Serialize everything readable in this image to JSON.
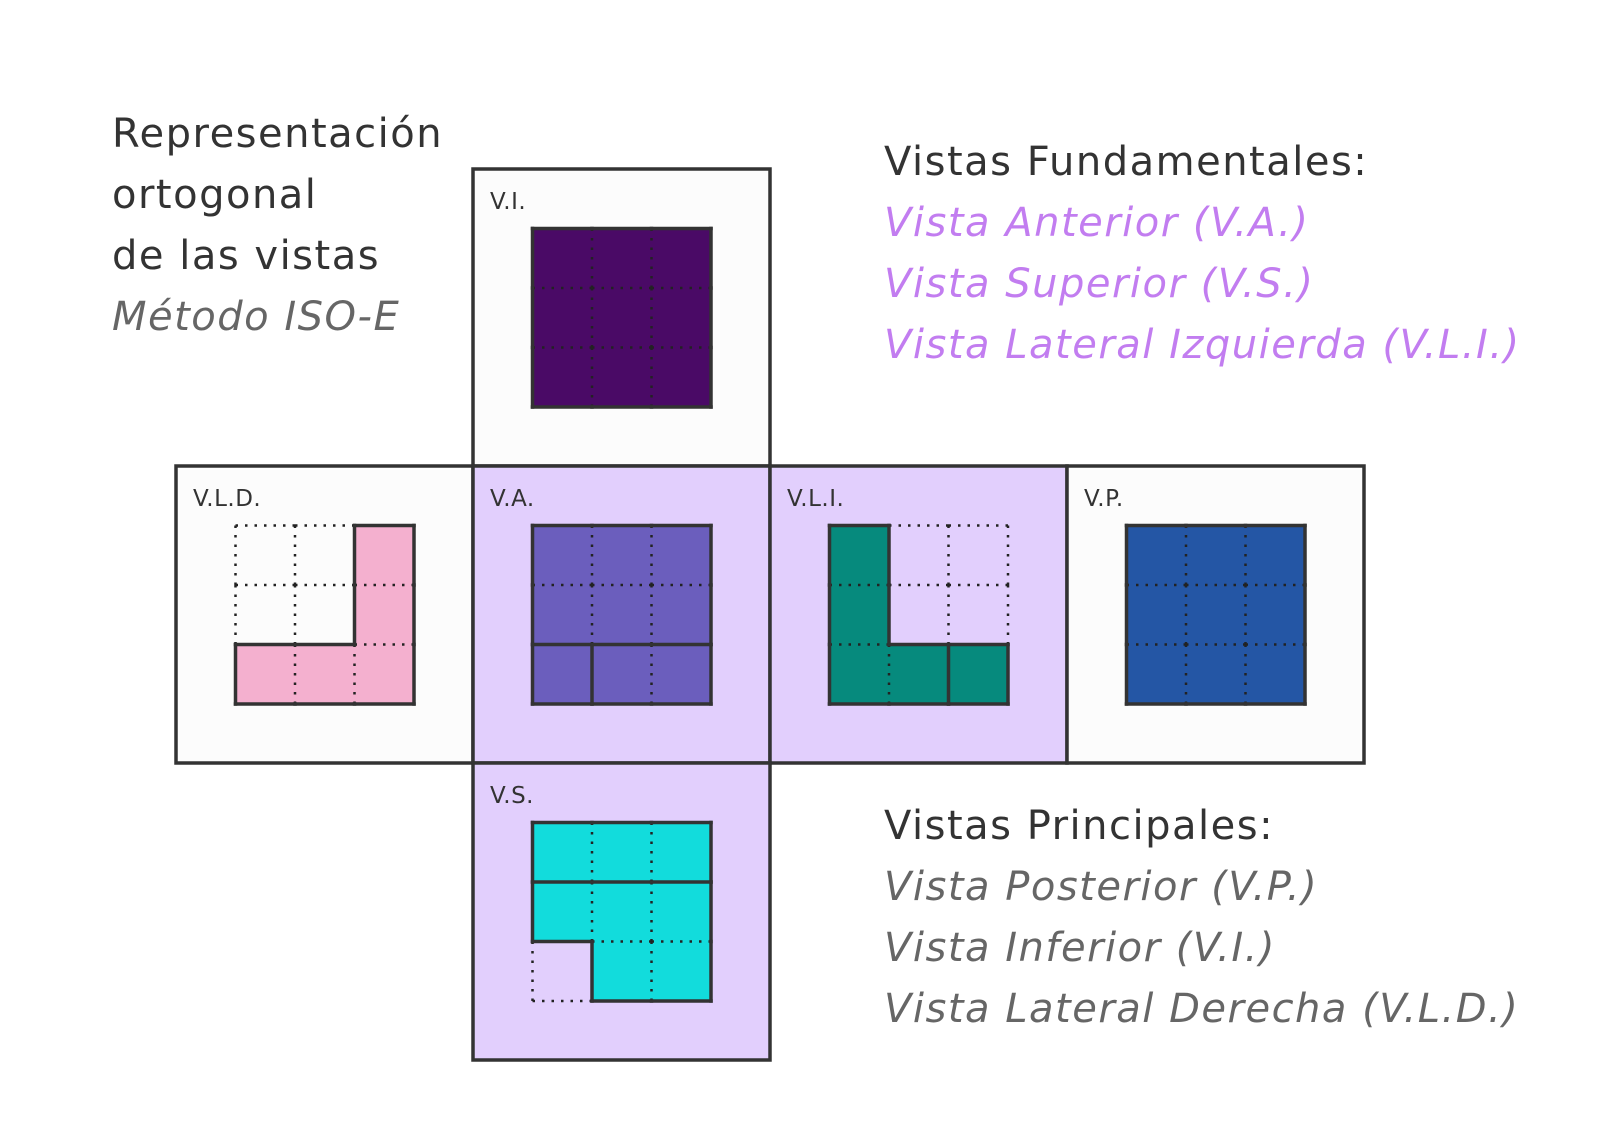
{
  "title": {
    "line1": "Representación",
    "line2": "ortogonal",
    "line3": "de las vistas",
    "method": "Método ISO-E"
  },
  "fundamentales": {
    "heading": "Vistas Fundamentales:",
    "items": [
      "Vista Anterior (V.A.)",
      "Vista Superior (V.S.)",
      "Vista Lateral Izquierda (V.L.I.)"
    ]
  },
  "principales": {
    "heading": "Vistas Principales:",
    "items": [
      "Vista Posterior (V.P.)",
      "Vista Inferior (V.I.)",
      "Vista Lateral Derecha (V.L.D.)"
    ]
  },
  "panels": [
    {
      "id": "vi",
      "label": "V.I.",
      "fundamental": false,
      "fill": "#4a0a66",
      "cells": [
        [
          1,
          1,
          1
        ],
        [
          1,
          1,
          1
        ],
        [
          1,
          1,
          1
        ]
      ],
      "solid_segments": []
    },
    {
      "id": "vld",
      "label": "V.L.D.",
      "fundamental": false,
      "fill": "#f4b0cf",
      "cells": [
        [
          0,
          0,
          1
        ],
        [
          0,
          0,
          1
        ],
        [
          1,
          1,
          1
        ]
      ],
      "solid_segments": []
    },
    {
      "id": "va",
      "label": "V.A.",
      "fundamental": true,
      "fill": "#6b5ebd",
      "cells": [
        [
          1,
          1,
          1
        ],
        [
          1,
          1,
          1
        ],
        [
          1,
          1,
          1
        ]
      ],
      "solid_segments": [
        [
          "h",
          2,
          0
        ],
        [
          "h",
          2,
          1
        ],
        [
          "h",
          2,
          2
        ],
        [
          "v",
          1,
          2
        ]
      ]
    },
    {
      "id": "vli",
      "label": "V.L.I.",
      "fundamental": true,
      "fill": "#068a7d",
      "cells": [
        [
          1,
          0,
          0
        ],
        [
          1,
          0,
          0
        ],
        [
          1,
          1,
          1
        ]
      ],
      "solid_segments": [
        [
          "v",
          2,
          2
        ]
      ]
    },
    {
      "id": "vp",
      "label": "V.P.",
      "fundamental": false,
      "fill": "#2456a5",
      "cells": [
        [
          1,
          1,
          1
        ],
        [
          1,
          1,
          1
        ],
        [
          1,
          1,
          1
        ]
      ],
      "solid_segments": []
    },
    {
      "id": "vs",
      "label": "V.S.",
      "fundamental": true,
      "fill": "#12dcdc",
      "cells": [
        [
          1,
          1,
          1
        ],
        [
          1,
          1,
          1
        ],
        [
          0,
          1,
          1
        ]
      ],
      "solid_segments": [
        [
          "h",
          1,
          0
        ],
        [
          "h",
          1,
          1
        ],
        [
          "h",
          1,
          2
        ]
      ]
    }
  ],
  "colors": {
    "fundamental_panel": "#e2cffd",
    "other_panel": "#fcfcfc",
    "border": "#333333",
    "empty_cell_dots": "#222222"
  }
}
